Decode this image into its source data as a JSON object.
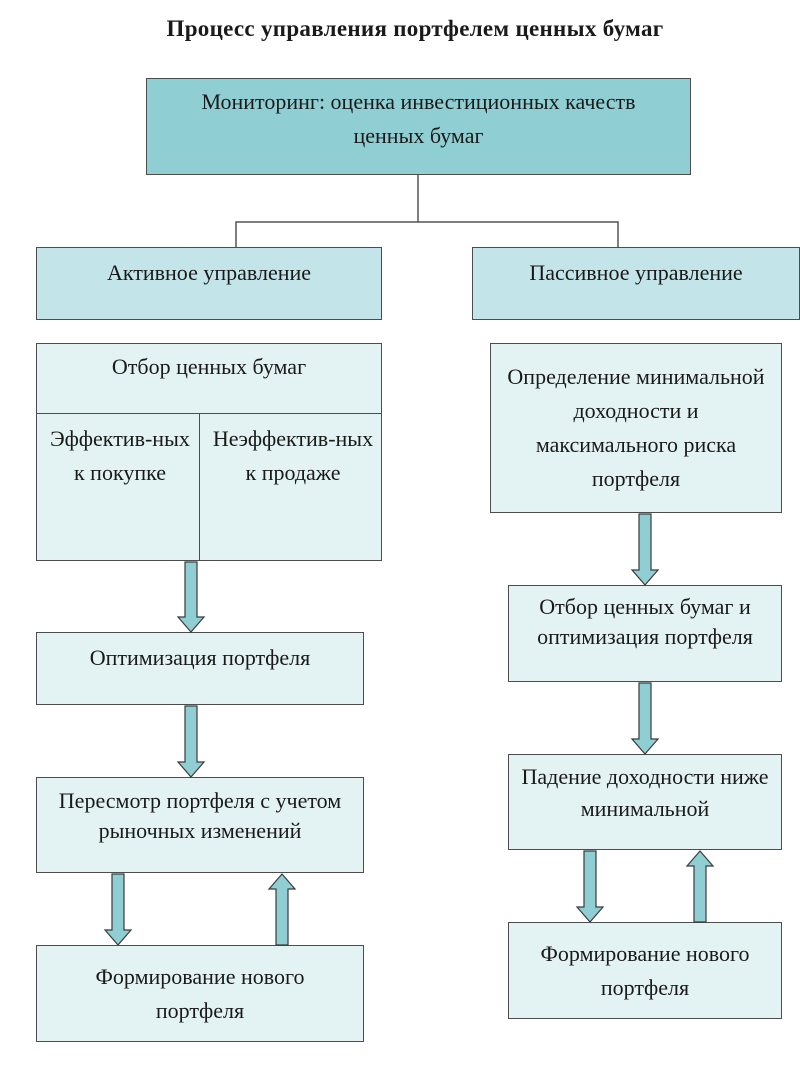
{
  "title": "Процесс  управления портфелем ценных бумаг",
  "boxes": {
    "monitoring": "Мониторинг: оценка инвестиционных качеств ценных бумаг",
    "active": "Активное управление",
    "passive": "Пассивное управление",
    "selection": "Отбор ценных бумаг",
    "effective": "Эффектив-ных к покупке",
    "ineffective": "Неэффектив-ных к продаже",
    "optimization": "Оптимизация портфеля",
    "revision": "Пересмотр портфеля с учетом рыночных изменений",
    "new_active": "Формирование нового портфеля",
    "determination": "Определение минимальной доходности и максимального риска портфеля",
    "selection_opt": "Отбор ценных бумаг и оптимизация портфеля",
    "drop": "Падение доходности ниже минимальной",
    "new_passive": "Формирование нового портфеля"
  },
  "colors": {
    "dark_fill": "#8fcfd3",
    "mid_fill": "#c3e4e9",
    "light_fill": "#e3f2f2",
    "arrow": "#8fcfd3",
    "border": "#4d4d4d"
  }
}
